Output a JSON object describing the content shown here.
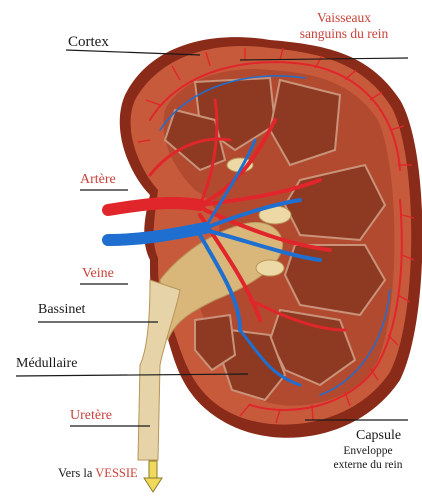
{
  "labels": {
    "cortex": "Cortex",
    "vessels_line1": "Vaisseaux",
    "vessels_line2": "sanguins du rein",
    "artery": "Artère",
    "vein": "Veine",
    "pelvis": "Bassinet",
    "medulla": "Médullaire",
    "ureter": "Uretère",
    "to_bladder_prefix": "Vers la",
    "to_bladder_word": "VESSIE",
    "capsule": "Capsule",
    "capsule_desc_line1": "Enveloppe",
    "capsule_desc_line2": "externe du rein"
  },
  "colors": {
    "cortex": "#c85a3c",
    "capsule": "#8a2a18",
    "pyramid": "#8e3a22",
    "pelvis": "#d9b77a",
    "artery": "#e0262a",
    "vein": "#1f6fd0",
    "ureter": "#e6d3a8",
    "label_red": "#c8423a",
    "arrow": "#f0d95c"
  }
}
